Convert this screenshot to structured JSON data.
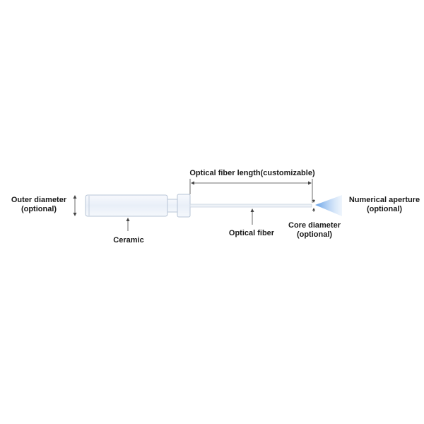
{
  "labels": {
    "outer_diameter": {
      "line1": "Outer diameter",
      "line2": "(optional)"
    },
    "ceramic": "Ceramic",
    "fiber_length": "Optical fiber length(customizable)",
    "optical_fiber": "Optical fiber",
    "core_diameter": {
      "line1": "Core diameter",
      "line2": "(optional)"
    },
    "numerical_aperture": {
      "line1": "Numerical aperture",
      "line2": "(optional)"
    }
  },
  "colors": {
    "ferrule_fill": "#eef3fa",
    "ferrule_stroke": "#b7c4d6",
    "fiber": "#c9d3e0",
    "cone": "#6fa8e8",
    "dimension_line": "#444444",
    "text": "#1a1a1a"
  }
}
